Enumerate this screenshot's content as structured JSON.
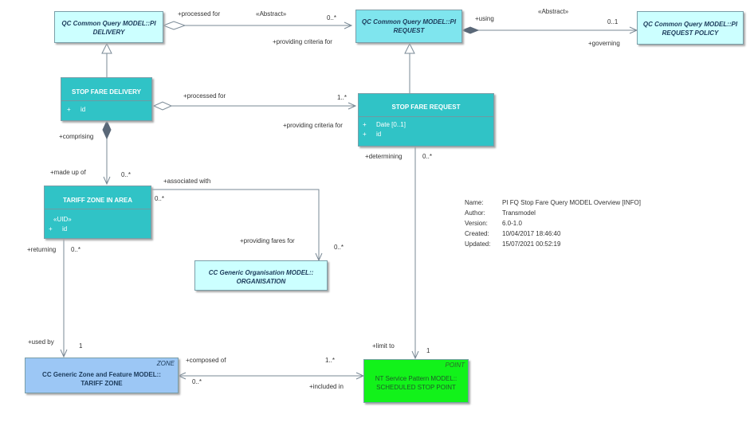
{
  "classes": {
    "pi_delivery": {
      "name_line1": "QC Common Query MODEL::PI",
      "name_line2": "DELIVERY"
    },
    "pi_request": {
      "name_line1": "QC Common Query MODEL::PI",
      "name_line2": "REQUEST"
    },
    "pi_request_policy": {
      "name_line1": "QC Common Query MODEL::PI",
      "name_line2": "REQUEST POLICY"
    },
    "stop_fare_delivery": {
      "name": "STOP FARE DELIVERY",
      "attrs": [
        {
          "vis": "+",
          "name": "id"
        }
      ]
    },
    "stop_fare_request": {
      "name": "STOP FARE REQUEST",
      "attrs": [
        {
          "vis": "+",
          "name": "Date [0..1]"
        },
        {
          "vis": "+",
          "name": "id"
        }
      ]
    },
    "tariff_zone_in_area": {
      "name": "TARIFF ZONE IN AREA",
      "stereotype": "«UID»",
      "attrs": [
        {
          "vis": "+",
          "name": "id"
        }
      ]
    },
    "organisation": {
      "name_line1": "CC Generic Organisation MODEL::",
      "name_line2": "ORGANISATION"
    },
    "tariff_zone": {
      "stereotype": "ZONE",
      "name_line1": "CC Generic Zone and Feature MODEL::",
      "name_line2": "TARIFF ZONE"
    },
    "scheduled_stop_point": {
      "stereotype": "POINT",
      "name_line1": "NT Service Pattern MODEL::",
      "name_line2": "SCHEDULED STOP POINT"
    }
  },
  "labels": {
    "processed_for_top": "+processed for",
    "abstract_top": "«Abstract»",
    "mult_0n_top": "0..*",
    "providing_criteria_top": "+providing criteria for",
    "using": "+using",
    "abstract_right": "«Abstract»",
    "mult_01": "0..1",
    "governing": "+governing",
    "processed_for_mid": "+processed for",
    "mult_1n_mid": "1..*",
    "providing_criteria_mid": "+providing criteria for",
    "comprising": "+comprising",
    "made_up_of": "+made up of",
    "mult_0n_madeup": "0..*",
    "associated_with": "+associated with",
    "mult_0n_assoc": "0..*",
    "determining": "+determining",
    "mult_0n_det": "0..*",
    "providing_fares": "+providing fares for",
    "mult_0n_org": "0..*",
    "returning": "+returning",
    "mult_0n_ret": "0..*",
    "used_by": "+used by",
    "mult_1_used": "1",
    "limit_to": "+limit to",
    "mult_1_limit": "1",
    "composed_of": "+composed of",
    "mult_1n_comp": "1..*",
    "mult_0n_inc": "0..*",
    "included_in": "+included in"
  },
  "info": {
    "name_label": "Name:",
    "name_value": "PI FQ Stop Fare Query MODEL Overview [INFO]",
    "author_label": "Author:",
    "author_value": "Transmodel",
    "version_label": "Version:",
    "version_value": "6.0-1.0",
    "created_label": "Created:",
    "created_value": "10/04/2017 18:46:40",
    "updated_label": "Updated:",
    "updated_value": "15/07/2021 00:52:19"
  },
  "colors": {
    "abstract_fill": "#ccffff",
    "mid_fill": "#7fe5ee",
    "class_fill": "#30c3c6",
    "zone_fill": "#9cc7f5",
    "point_fill": "#12f21a",
    "line": "#7a8a96"
  }
}
